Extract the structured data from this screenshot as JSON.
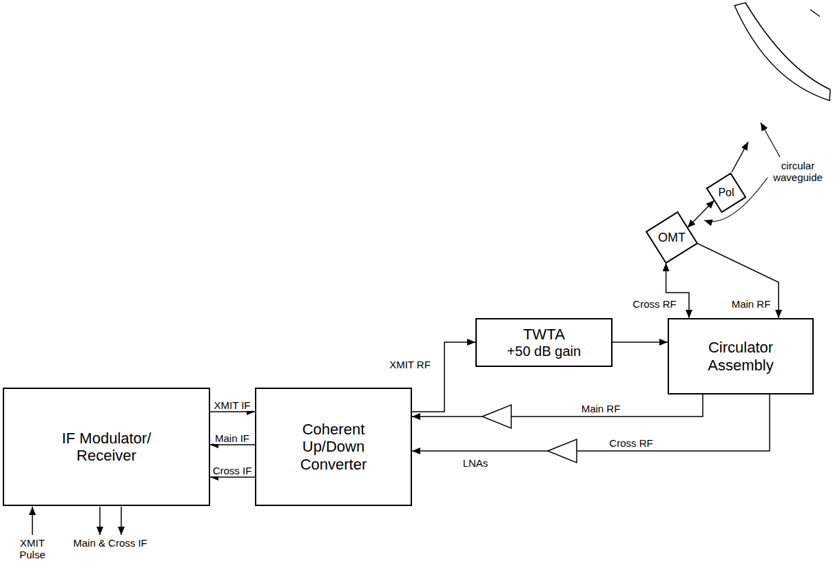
{
  "diagram": {
    "nodes": [
      {
        "text": [
          "IF Modulator/ Receiver"
        ]
      },
      {
        "text": [
          "Coherent Up/Down Converter"
        ]
      },
      {
        "text": [
          "TWTA",
          "+50 dB gain"
        ]
      },
      {
        "text": [
          "Circulator Assembly"
        ]
      },
      {
        "text": [
          "OMT"
        ]
      },
      {
        "text": [
          "Pol"
        ]
      }
    ],
    "edges": [
      {
        "from": 0,
        "to": 1,
        "label": "XMIT IF",
        "arrow": "to"
      },
      {
        "from": 1,
        "to": 0,
        "label": "Main IF",
        "arrow": "to"
      },
      {
        "from": 1,
        "to": 0,
        "label": "Cross IF",
        "arrow": "to"
      },
      {
        "from": 1,
        "to": 2,
        "label": "XMIT RF",
        "arrow": "to"
      },
      {
        "from": 2,
        "to": 3,
        "arrow": "to"
      },
      {
        "from": 4,
        "to": 3,
        "label": "Cross RF",
        "arrow": "both"
      },
      {
        "from": 4,
        "to": 3,
        "label": "Main RF",
        "arrow": "to"
      },
      {
        "from": 3,
        "to": 1,
        "label": "Main RF",
        "arrow": "to"
      },
      {
        "from": 3,
        "to": 1,
        "label": "Cross RF",
        "arrow": "to"
      },
      {
        "from": 4,
        "to": 5,
        "arrow": "both"
      }
    ],
    "labels": [
      "LNAs",
      "circular waveguide",
      "XMIT Pulse",
      "Main & Cross IF"
    ]
  }
}
